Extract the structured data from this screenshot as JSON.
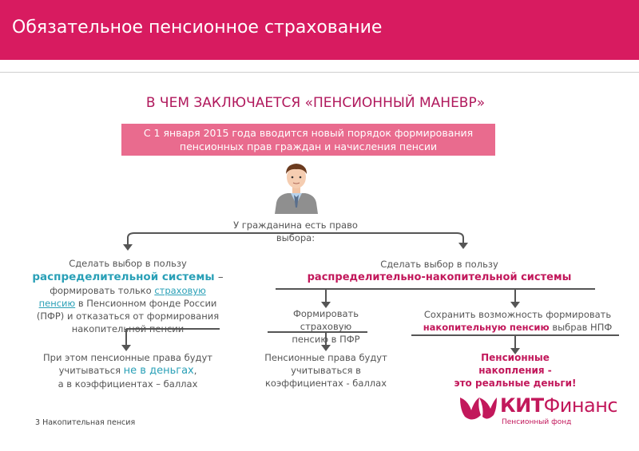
{
  "header": {
    "title": "Обязательное пенсионное страхование"
  },
  "subtitle": "В ЧЕМ ЗАКЛЮЧАЕТСЯ «ПЕНСИОННЫЙ МАНЕВР»",
  "intro": {
    "line1": "С 1 января 2015 года вводится новый порядок формирования",
    "line2": "пенсионных прав граждан и начисления пенсии"
  },
  "choice": {
    "line1": "У гражданина есть право",
    "line2": "выбора:"
  },
  "left": {
    "line1": "Сделать выбор в пользу",
    "system": "распределительной системы",
    "dash": " –",
    "line3": "формировать только",
    "line3_hl": "страховую",
    "line4_hl": "пенсию",
    "line4": " в Пенсионном фонде России",
    "line5": "(ПФР) и отказаться от формирования",
    "line6": "накопительной пенсии",
    "result1": "При этом пенсионные права будут",
    "result2a": "учитываться ",
    "result2_hl": "не в деньгах",
    "result2b": ",",
    "result3": "а в коэффициентах – баллах"
  },
  "right": {
    "line1": "Сделать выбор в пользу",
    "system": "распределительно-накопительной системы",
    "sub_a": {
      "line1": "Формировать",
      "line2": "страховую",
      "line3": "пенсию в ПФР"
    },
    "sub_a_result": {
      "line1": "Пенсионные права будут",
      "line2": "учитываться в",
      "line3": "коэффициентах - баллах"
    },
    "sub_b": {
      "line1": "Сохранить возможность формировать",
      "line2_hl": "накопительную пенсию",
      "line2": " выбрав НПФ"
    },
    "sub_b_result": {
      "line1": "Пенсионные",
      "line2": "накопления -",
      "line3": "это реальные деньги!"
    }
  },
  "footnote": "3 Накопительная пенсия",
  "logo": {
    "name_bold": "КИТ",
    "name_light": "Финанс",
    "sub": "Пенсионный фонд"
  },
  "colors": {
    "header": "#d81b60",
    "accent_pink": "#c2185b",
    "accent_teal": "#2aa0b7",
    "intro_box": "#e96b8e"
  }
}
